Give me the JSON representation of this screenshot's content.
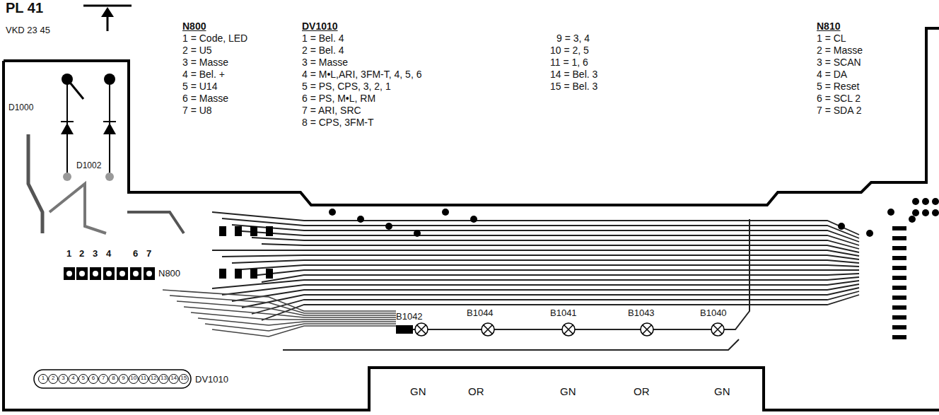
{
  "diagram": {
    "labels": [
      "PL 41",
      "VKD 23 45",
      "N800",
      "1 = Code, LED",
      "2 = U5",
      "3 = Masse",
      "4 = Bel. +",
      "5 = U14",
      "6 = Masse",
      "7 = U8",
      "DV1010",
      "1 = Bel. 4",
      "2 = Bel. 4",
      "3 = Masse",
      "4 = M•L,ARI, 3FM-T, 4, 5, 6",
      "5 = PS, CPS, 3, 2, 1",
      "6 = PS, M•L, RM",
      "7 = ARI, SRC",
      "8 = CPS, 3FM-T",
      "9 = 3, 4",
      "10 = 2, 5",
      "11 = 1, 6",
      "14 = Bel. 3",
      "15 = Bel. 3",
      "N810",
      "1 = CL",
      "2 = Masse",
      "3 = SCAN",
      "4 = DA",
      "5 = Reset",
      "6 = SCL 2",
      "7 = SDA 2",
      "D1000",
      "D1002",
      "1",
      "2",
      "3",
      "4",
      "6",
      "7",
      "N800",
      "1",
      "2",
      "3",
      "4",
      "5",
      "6",
      "7",
      "8",
      "9",
      "10",
      "11",
      "12",
      "13",
      "14",
      "15",
      "DV1010",
      "B1042",
      "B1044",
      "B1041",
      "B1043",
      "B1040",
      "GN",
      "OR",
      "GN",
      "OR",
      "GN"
    ]
  }
}
